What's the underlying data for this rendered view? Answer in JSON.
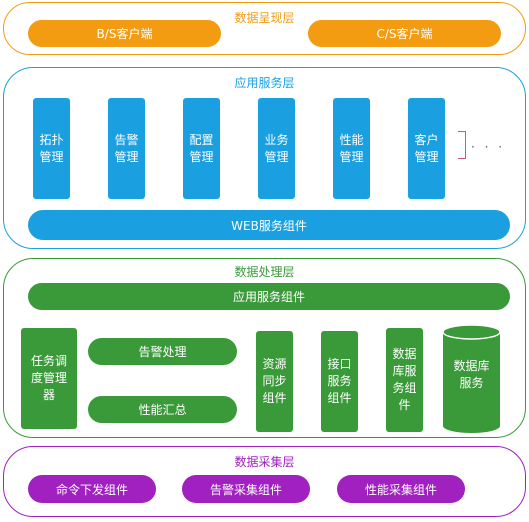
{
  "presentation": {
    "title": "数据呈现层",
    "items": [
      "B/S客户端",
      "C/S客户端"
    ]
  },
  "application": {
    "title": "应用服务层",
    "modules": [
      "拓扑\n管理",
      "告警\n管理",
      "配置\n管理",
      "业务\n管理",
      "性能\n管理",
      "客户\n管理"
    ],
    "more": "· · ·",
    "web_component": "WEB服务组件"
  },
  "processing": {
    "title": "数据处理层",
    "app_component": "应用服务组件",
    "task_manager": "任务调\n度管理\n器",
    "alarm_processing": "告警处理",
    "performance_summary": "性能汇总",
    "resource_sync": "资源\n同步\n组件",
    "interface_service": "接口\n服务\n组件",
    "db_service_component": "数据\n库服\n务组\n件",
    "db_service": "数据库\n服务"
  },
  "collection": {
    "title": "数据采集层",
    "items": [
      "命令下发组件",
      "告警采集组件",
      "性能采集组件"
    ]
  },
  "colors": {
    "orange": "#f39c12",
    "blue": "#1aa0e0",
    "green": "#3a9a3a",
    "purple": "#a020c0"
  }
}
